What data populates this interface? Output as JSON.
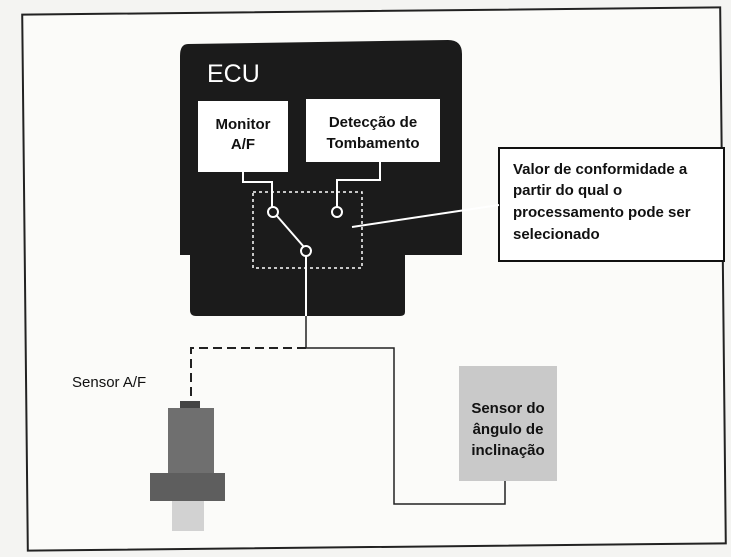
{
  "ecu": {
    "title": "ECU",
    "monitor_line1": "Monitor",
    "monitor_line2": "A/F",
    "detection_line1": "Detecção de",
    "detection_line2": "Tombamento"
  },
  "callout": {
    "line1": "Valor de conformidade a",
    "line2": "partir do qual o",
    "line3": "processamento pode ser",
    "line4": "selecionado"
  },
  "sensor_af": {
    "label": "Sensor A/F"
  },
  "tilt_sensor": {
    "line1": "Sensor do",
    "line2": "ângulo de",
    "line3": "inclinação"
  },
  "colors": {
    "ecu_body": "#1b1b1b",
    "box_bg": "#ffffff",
    "sensor_body": "#6f6f6f",
    "tilt_sensor_bg": "#c9c9c9"
  }
}
